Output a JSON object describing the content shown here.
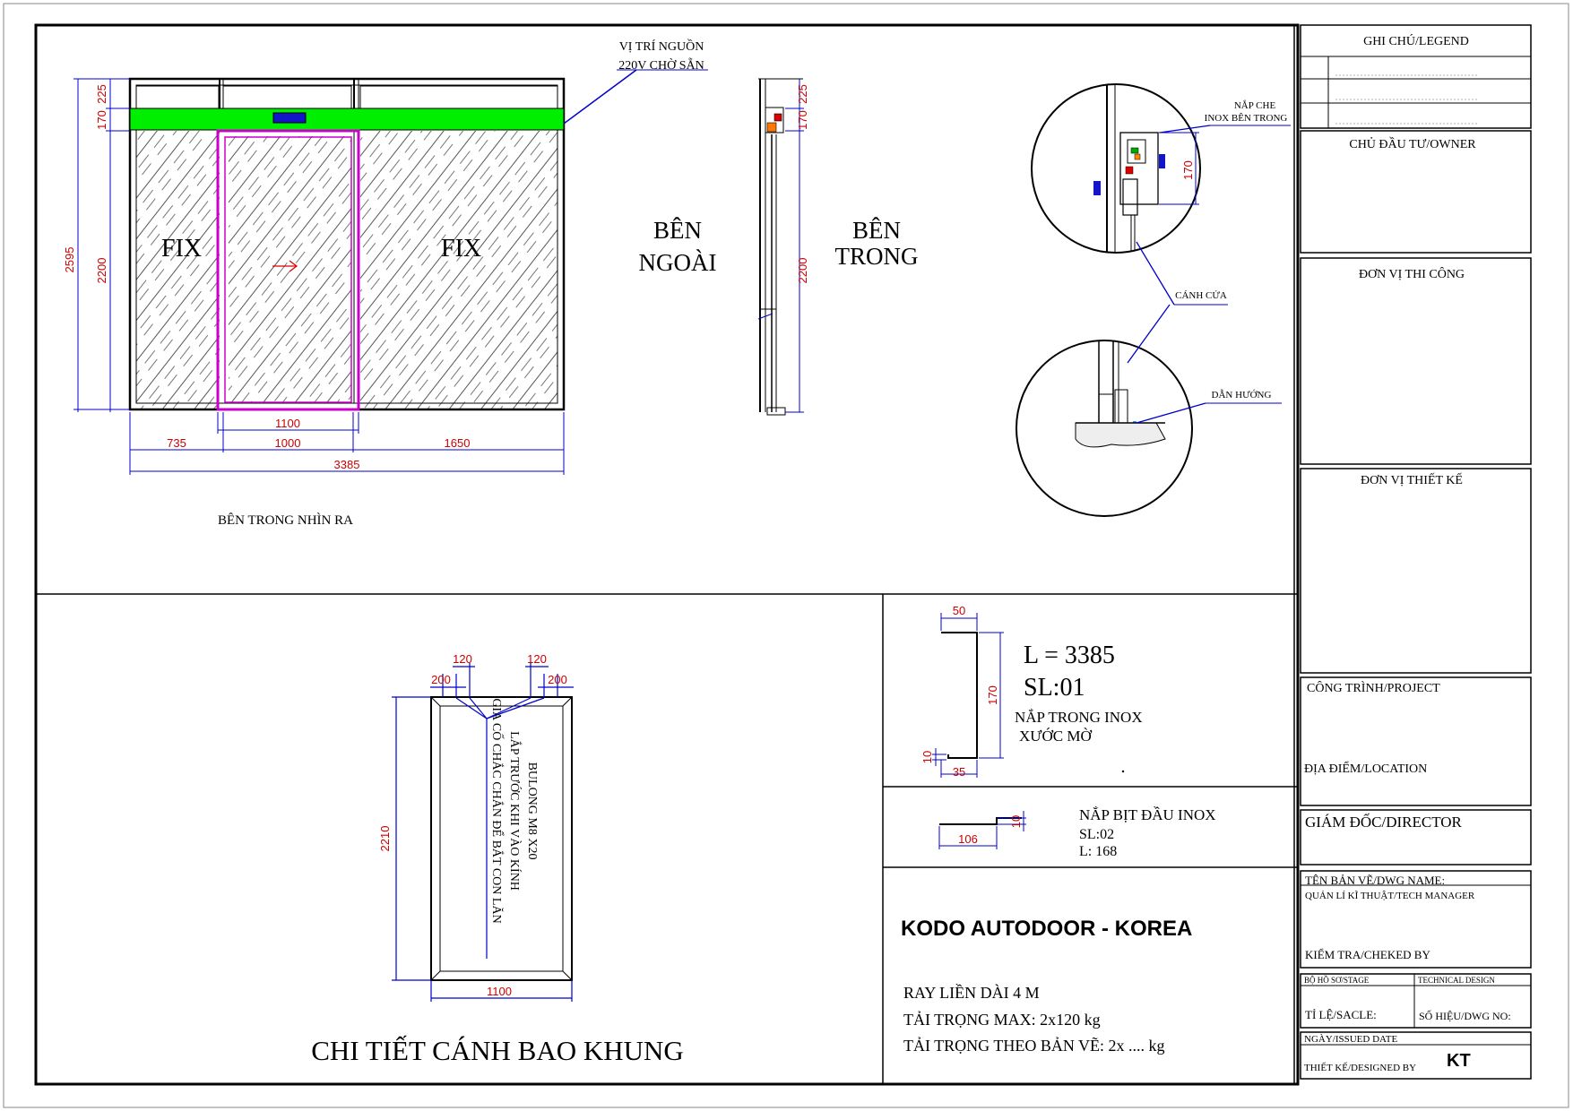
{
  "colors": {
    "dimension": "#cc0000",
    "leader": "#0000cc",
    "door_leaf": "#cc00cc",
    "track": "#00ee00",
    "frame": "#000000"
  },
  "front_view": {
    "power_label_1": "VỊ TRÍ NGUỒN",
    "power_label_2": "220V CHỜ SẴN",
    "fix_left": "FIX",
    "fix_right": "FIX",
    "side_outside_1": "BÊN",
    "side_outside_2": "NGOÀI",
    "caption": "BÊN TRONG NHÌN RA",
    "dims": {
      "total_height": "2595",
      "top_225": "225",
      "top_170": "170",
      "door_height": "2200",
      "leaf_width": "1100",
      "seg_left": "735",
      "seg_door": "1000",
      "seg_right": "1650",
      "total_width": "3385"
    }
  },
  "section_view": {
    "side_inside_1": "BÊN",
    "side_inside_2": "TRONG",
    "dims": {
      "d225": "225",
      "d170": "170",
      "d2200": "2200"
    }
  },
  "details": {
    "cover_label_1": "NẮP CHE",
    "cover_label_2": "INOX BÊN TRONG",
    "dim_170": "170",
    "leaf_label": "CÁNH CỬA",
    "guide_label": "DẪN HƯỚNG"
  },
  "leaf_detail": {
    "title": "CHI TIẾT CÁNH BAO KHUNG",
    "note_1": "BULONG M8 X20",
    "note_2": "LẮP TRƯỚC KHI VÀO KÍNH",
    "note_3": "GIA CỐ CHẮC CHẮN ĐỂ BẮT CON LĂN",
    "dims": {
      "d200a": "200",
      "d120a": "120",
      "d120b": "120",
      "d200b": "200",
      "height": "2210",
      "width": "1100"
    }
  },
  "cover_profile": {
    "d50": "50",
    "d170": "170",
    "d10": "10",
    "d35": "35",
    "length": "L = 3385",
    "qty": "SL:01",
    "name_1": "NẮP TRONG INOX",
    "name_2": "XƯỚC MỜ"
  },
  "end_cap": {
    "name": "NẮP BỊT ĐẦU INOX",
    "qty": "SL:02",
    "length": "L: 168",
    "d106": "106",
    "d10": "10"
  },
  "brand": {
    "title": "KODO AUTODOOR - KOREA",
    "line_1": "RAY LIỀN DÀI 4 M",
    "line_2": "TẢI TRỌNG MAX: 2x120 kg",
    "line_3": "TẢI TRỌNG THEO BẢN VẼ: 2x .... kg"
  },
  "title_block": {
    "legend": "GHI CHÚ/LEGEND",
    "owner": "CHỦ ĐẦU TƯ/OWNER",
    "contractor": "ĐƠN VỊ THI CÔNG",
    "designer_unit": "ĐƠN VỊ THIẾT KẾ",
    "project": "CÔNG TRÌNH/PROJECT",
    "location": "ĐỊA ĐIỂM/LOCATION",
    "director": "GIÁM ĐỐC/DIRECTOR",
    "dwg_name": "TÊN BẢN VẼ/DWG NAME:",
    "tech_manager": "QUẢN LÍ KĨ THUẬT/TECH MANAGER",
    "checked": "KIỂM TRA/CHEKED BY",
    "stage": "BỘ HỒ SƠ/STAGE",
    "stage_value": "TECHNICAL DESIGN",
    "scale": "TỈ LỆ/SACLE:",
    "dwg_no": "SỐ HIỆU/DWG NO:",
    "issued": "NGÀY/ISSUED DATE",
    "designed": "THIẾT KẾ/DESIGNED BY",
    "designed_value": "KT"
  }
}
